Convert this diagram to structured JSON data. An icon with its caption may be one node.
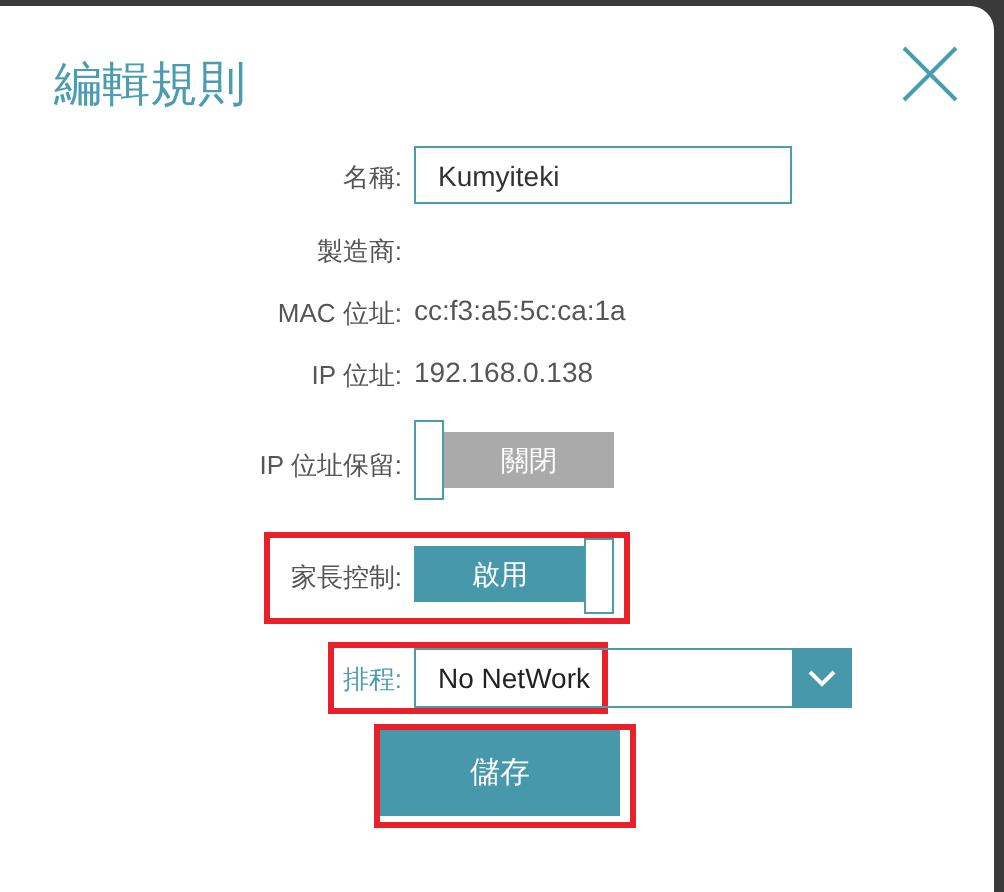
{
  "diagram": {
    "title": "編輯規則",
    "labels": [
      "名稱:",
      "Kumyiteki",
      "製造商:",
      "MAC 位址:",
      "cc:f3:a5:5c:ca:1a",
      "IP 位址:",
      "192.168.0.138",
      "IP 位址保留:",
      "關閉",
      "家長控制:",
      "啟用",
      "排程:",
      "No NetWork",
      "儲存"
    ]
  }
}
